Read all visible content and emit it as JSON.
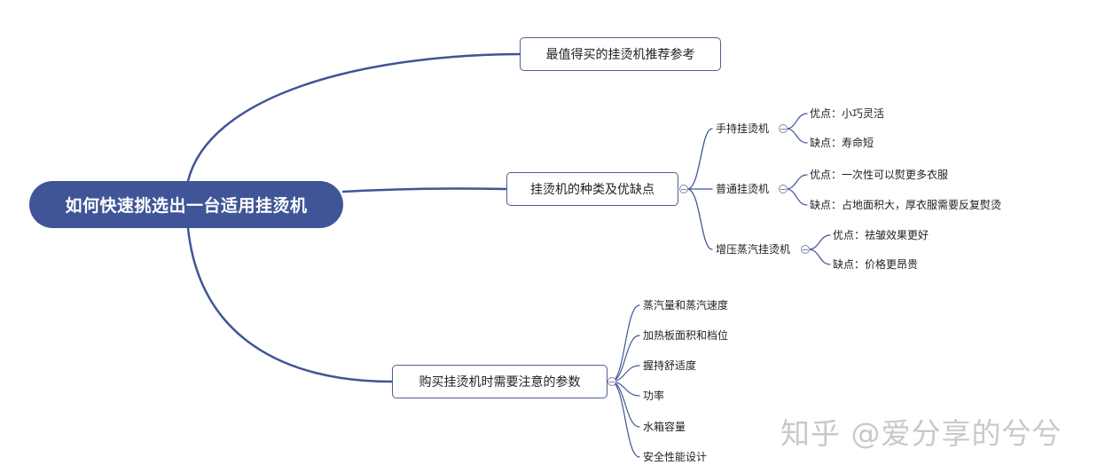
{
  "root": {
    "label": "如何快速挑选出一台适用挂烫机"
  },
  "branches": {
    "recommend": {
      "label": "最值得买的挂烫机推荐参考"
    },
    "types": {
      "label": "挂烫机的种类及优缺点",
      "handheld": {
        "label": "手持挂烫机",
        "pro": "优点：小巧灵活",
        "con": "缺点：寿命短"
      },
      "normal": {
        "label": "普通挂烫机",
        "pro": "优点：一次性可以熨更多衣服",
        "con": "缺点：占地面积大，厚衣服需要反复熨烫"
      },
      "pressurized": {
        "label": "增压蒸汽挂烫机",
        "pro": "优点：祛皱效果更好",
        "con": "缺点：价格更昂贵"
      }
    },
    "params": {
      "label": "购买挂烫机时需要注意的参数",
      "items": [
        "蒸汽量和蒸汽速度",
        "加热板面积和档位",
        "握持舒适度",
        "功率",
        "水箱容量",
        "安全性能设计"
      ]
    }
  },
  "watermark": "知乎 @爱分享的兮兮",
  "colors": {
    "root_fill": "#3f5597",
    "line": "#3f5597",
    "node_border": "#4d5f8f"
  }
}
